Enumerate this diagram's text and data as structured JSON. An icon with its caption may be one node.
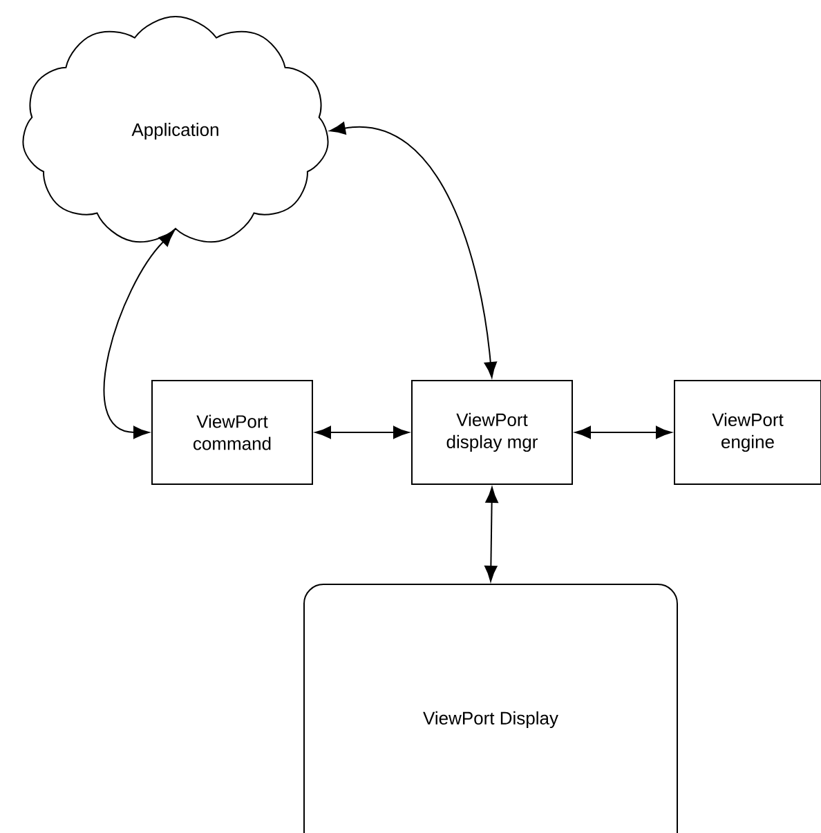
{
  "diagram": {
    "nodes": [
      {
        "text": [
          "Application"
        ]
      },
      {
        "text": [
          "ViewPort command"
        ]
      },
      {
        "text": [
          "ViewPort display mgr"
        ]
      },
      {
        "text": [
          "ViewPort engine"
        ]
      },
      {
        "text": [
          "ViewPort Display"
        ]
      }
    ],
    "edges": [
      {
        "from": 0,
        "to": 1,
        "arrow": "both"
      },
      {
        "from": 0,
        "to": 2,
        "arrow": "both"
      },
      {
        "from": 1,
        "to": 2,
        "arrow": "both"
      },
      {
        "from": 2,
        "to": 3,
        "arrow": "both"
      },
      {
        "from": 2,
        "to": 4,
        "arrow": "both"
      }
    ]
  }
}
